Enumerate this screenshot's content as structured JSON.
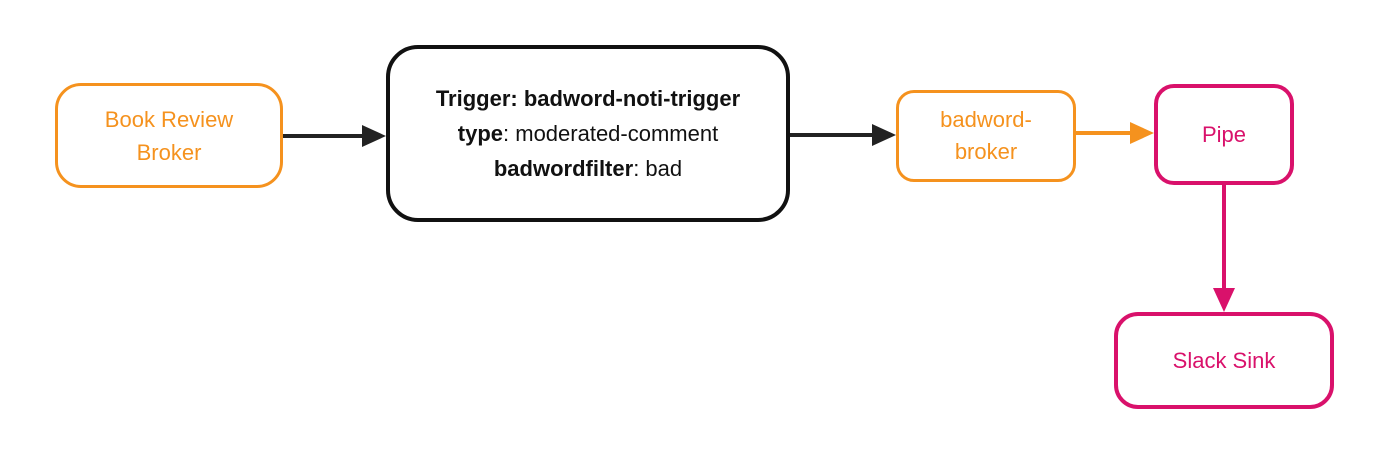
{
  "diagram": {
    "kind": "event-flow-diagram",
    "nodes": {
      "book_review_broker": {
        "label": "Book Review Broker",
        "border_color": "#F5921E",
        "text_color": "#F5921E"
      },
      "trigger": {
        "line1": "Trigger: badword-noti-trigger",
        "line2_key": "type",
        "line2_rest": ": moderated-comment",
        "line3_key": "badwordfilter",
        "line3_rest": ": bad",
        "border_color": "#111111",
        "text_color": "#111111"
      },
      "badword_broker": {
        "label": "badword-broker",
        "border_color": "#F5921E",
        "text_color": "#F5921E"
      },
      "pipe": {
        "label": "Pipe",
        "border_color": "#D9116B",
        "text_color": "#D9116B"
      },
      "slack_sink": {
        "label": "Slack Sink",
        "border_color": "#D9116B",
        "text_color": "#D9116B"
      }
    },
    "edges": [
      {
        "from": "book_review_broker",
        "to": "trigger",
        "direction": "right",
        "color": "#222222"
      },
      {
        "from": "trigger",
        "to": "badword_broker",
        "direction": "right",
        "color": "#222222"
      },
      {
        "from": "badword_broker",
        "to": "pipe",
        "direction": "right",
        "color": "#F5921E"
      },
      {
        "from": "pipe",
        "to": "slack_sink",
        "direction": "down",
        "color": "#D9116B"
      }
    ],
    "colors": {
      "orange": "#F5921E",
      "pink": "#D9116B",
      "ink": "#111111",
      "edge": "#222222",
      "background": "#FFFFFF"
    }
  }
}
